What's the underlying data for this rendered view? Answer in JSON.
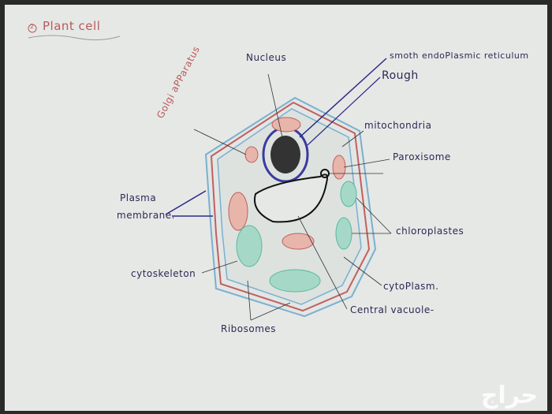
{
  "title": "Plant cell",
  "title_number": "2",
  "labels": {
    "nucleus": "Nucleus",
    "smooth_er": "smoth endoPlasmic reticulum",
    "rough": "Rough",
    "golgi": "Golgi aPParatus",
    "mitochondria": "mitochondria",
    "peroxisome": "Paroxisome",
    "plasma_membrane_1": "Plasma",
    "plasma_membrane_2": "membrane.",
    "chloroplasts": "chloroplastes",
    "cytoskeleton": "cytoskeleton",
    "cytoplasm": "cytoPlasm.",
    "vacuole": "Central vacuole-",
    "ribosomes": "Ribosomes"
  },
  "watermark": "حراج",
  "colors": {
    "paper": "#e6e8e6",
    "ink_blue": "#2a2a88",
    "ink_red": "#c06060",
    "wall_blue": "#7ab0d0",
    "chloroplast": "#5cb8a0"
  }
}
